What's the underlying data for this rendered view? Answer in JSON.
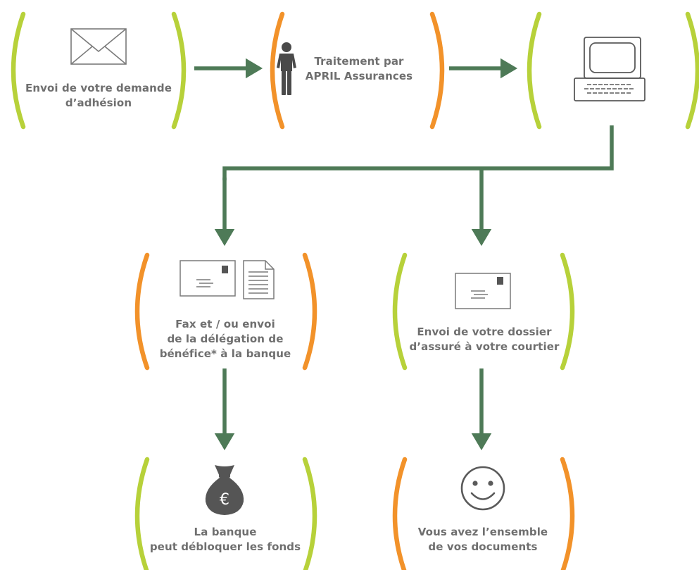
{
  "colors": {
    "arrow": "#4e7a57",
    "bracket_green": "#b7d13a",
    "bracket_orange": "#f2922a",
    "icon_stroke": "#7a7a7a",
    "icon_fill": "#555555",
    "text": "#6f6f6f"
  },
  "steps": {
    "envoi_demande": {
      "label": "Envoi de votre demande\nd’adhésion",
      "icon": "envelope-icon"
    },
    "traitement": {
      "label": "Traitement par\nAPRIL Assurances",
      "icon": "person-icon"
    },
    "ordinateur": {
      "label": "",
      "icon": "computer-icon"
    },
    "fax_delegation": {
      "label": "Fax et / ou envoi\nde la délégation de\nbénéfice* à la banque",
      "icon": "fax-document-icon"
    },
    "envoi_dossier": {
      "label": "Envoi de votre dossier\nd’assuré à votre courtier",
      "icon": "letter-icon"
    },
    "banque_fonds": {
      "label": "La banque\npeut débloquer les fonds",
      "icon": "money-bag-euro-icon"
    },
    "documents": {
      "label": "Vous avez l’ensemble\nde vos documents",
      "icon": "smiley-icon"
    }
  },
  "icons": {
    "euro_symbol": "€"
  }
}
